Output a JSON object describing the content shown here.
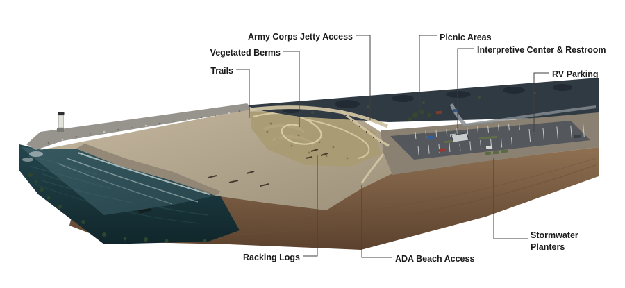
{
  "figure": {
    "type": "isometric-coastal-site-plan",
    "labels": [
      {
        "id": "army-corps-jetty-access",
        "text": "Army Corps Jetty Access"
      },
      {
        "id": "picnic-areas",
        "text": "Picnic Areas"
      },
      {
        "id": "vegetated-berms",
        "text": "Vegetated Berms"
      },
      {
        "id": "interpretive-center-restroom",
        "text": "Interpretive Center & Restroom"
      },
      {
        "id": "trails",
        "text": "Trails"
      },
      {
        "id": "rv-parking",
        "text": "RV Parking"
      },
      {
        "id": "racking-logs",
        "text": "Racking Logs"
      },
      {
        "id": "ada-beach-access",
        "text": "ADA Beach Access"
      },
      {
        "id": "stormwater-planters",
        "text": "Stormwater Planters"
      }
    ],
    "palette": {
      "ocean_surface": "#2e4d53",
      "ocean_depth": "#12292e",
      "dry_sand": "#bfb198",
      "wet_sand": "#8d8372",
      "dune_vegetation": "#a99b72",
      "earth_cross_section": "#83654a",
      "parking_asphalt": "#54585c",
      "back_vegetation": "#303a43",
      "label_text": "#1a1a1a",
      "leader_line": "#3f3f3f"
    }
  }
}
